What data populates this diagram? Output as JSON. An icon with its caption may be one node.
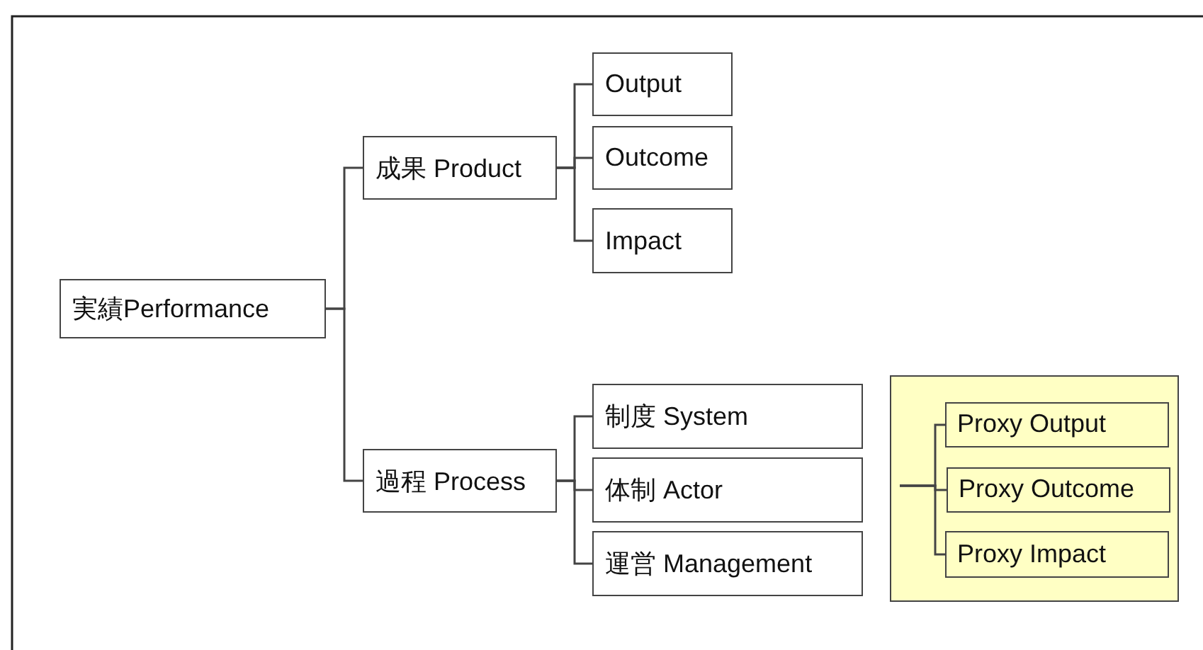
{
  "diagram": {
    "nodes": [
      {
        "text": [
          "実績Performance"
        ]
      },
      {
        "text": [
          "成果 Product"
        ]
      },
      {
        "text": [
          "Output"
        ]
      },
      {
        "text": [
          "Outcome"
        ]
      },
      {
        "text": [
          "Impact"
        ]
      },
      {
        "text": [
          "過程 Process"
        ]
      },
      {
        "text": [
          "制度 System"
        ]
      },
      {
        "text": [
          "体制 Actor"
        ]
      },
      {
        "text": [
          "運営 Management"
        ]
      },
      {
        "text": [],
        "shape": "box"
      },
      {
        "text": [
          "Proxy Output"
        ],
        "in": 9
      },
      {
        "text": [
          "Proxy Outcome"
        ],
        "in": 9
      },
      {
        "text": [
          "Proxy Impact"
        ],
        "in": 9
      }
    ],
    "edges": [
      {
        "from": 0,
        "to": 1,
        "arrow": "none"
      },
      {
        "from": 0,
        "to": 5,
        "arrow": "none"
      },
      {
        "from": 1,
        "to": 2,
        "arrow": "none"
      },
      {
        "from": 1,
        "to": 3,
        "arrow": "none"
      },
      {
        "from": 1,
        "to": 4,
        "arrow": "none"
      },
      {
        "from": 5,
        "to": 6,
        "arrow": "none"
      },
      {
        "from": 5,
        "to": 7,
        "arrow": "none"
      },
      {
        "from": 5,
        "to": 8,
        "arrow": "none"
      },
      {
        "from": 9,
        "to": 10,
        "arrow": "none"
      },
      {
        "from": 9,
        "to": 11,
        "arrow": "none"
      },
      {
        "from": 9,
        "to": 12,
        "arrow": "none"
      }
    ]
  }
}
